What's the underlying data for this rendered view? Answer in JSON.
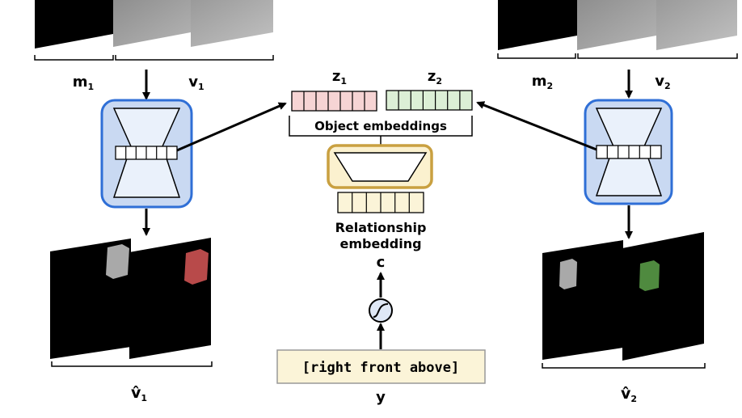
{
  "labels": {
    "m1": "m",
    "m1_sub": "1",
    "v1": "v",
    "v1_sub": "1",
    "m2": "m",
    "m2_sub": "2",
    "v2": "v",
    "v2_sub": "2",
    "z1": "z",
    "z1_sub": "1",
    "z2": "z",
    "z2_sub": "2",
    "object_embeddings": "Object embeddings",
    "relationship_line1": "Relationship",
    "relationship_line2": "embedding",
    "c": "c",
    "y": "y",
    "y_text": "[right front above]",
    "vhat1": "v̂",
    "vhat1_sub": "1",
    "vhat2": "v̂",
    "vhat2_sub": "2"
  },
  "colors": {
    "encoder_fill": "#c9d9f2",
    "encoder_border": "#2f6fd6",
    "z1_fill": "#f6d4d4",
    "z2_fill": "#dcefd6",
    "relation_fill": "#fbf1cf",
    "relation_border": "#c9a040",
    "text_box_fill": "#fbf4d8",
    "cube_red": "#b84a4a",
    "cube_green": "#4f8a3f",
    "cube_gray": "#a9a9a9"
  }
}
